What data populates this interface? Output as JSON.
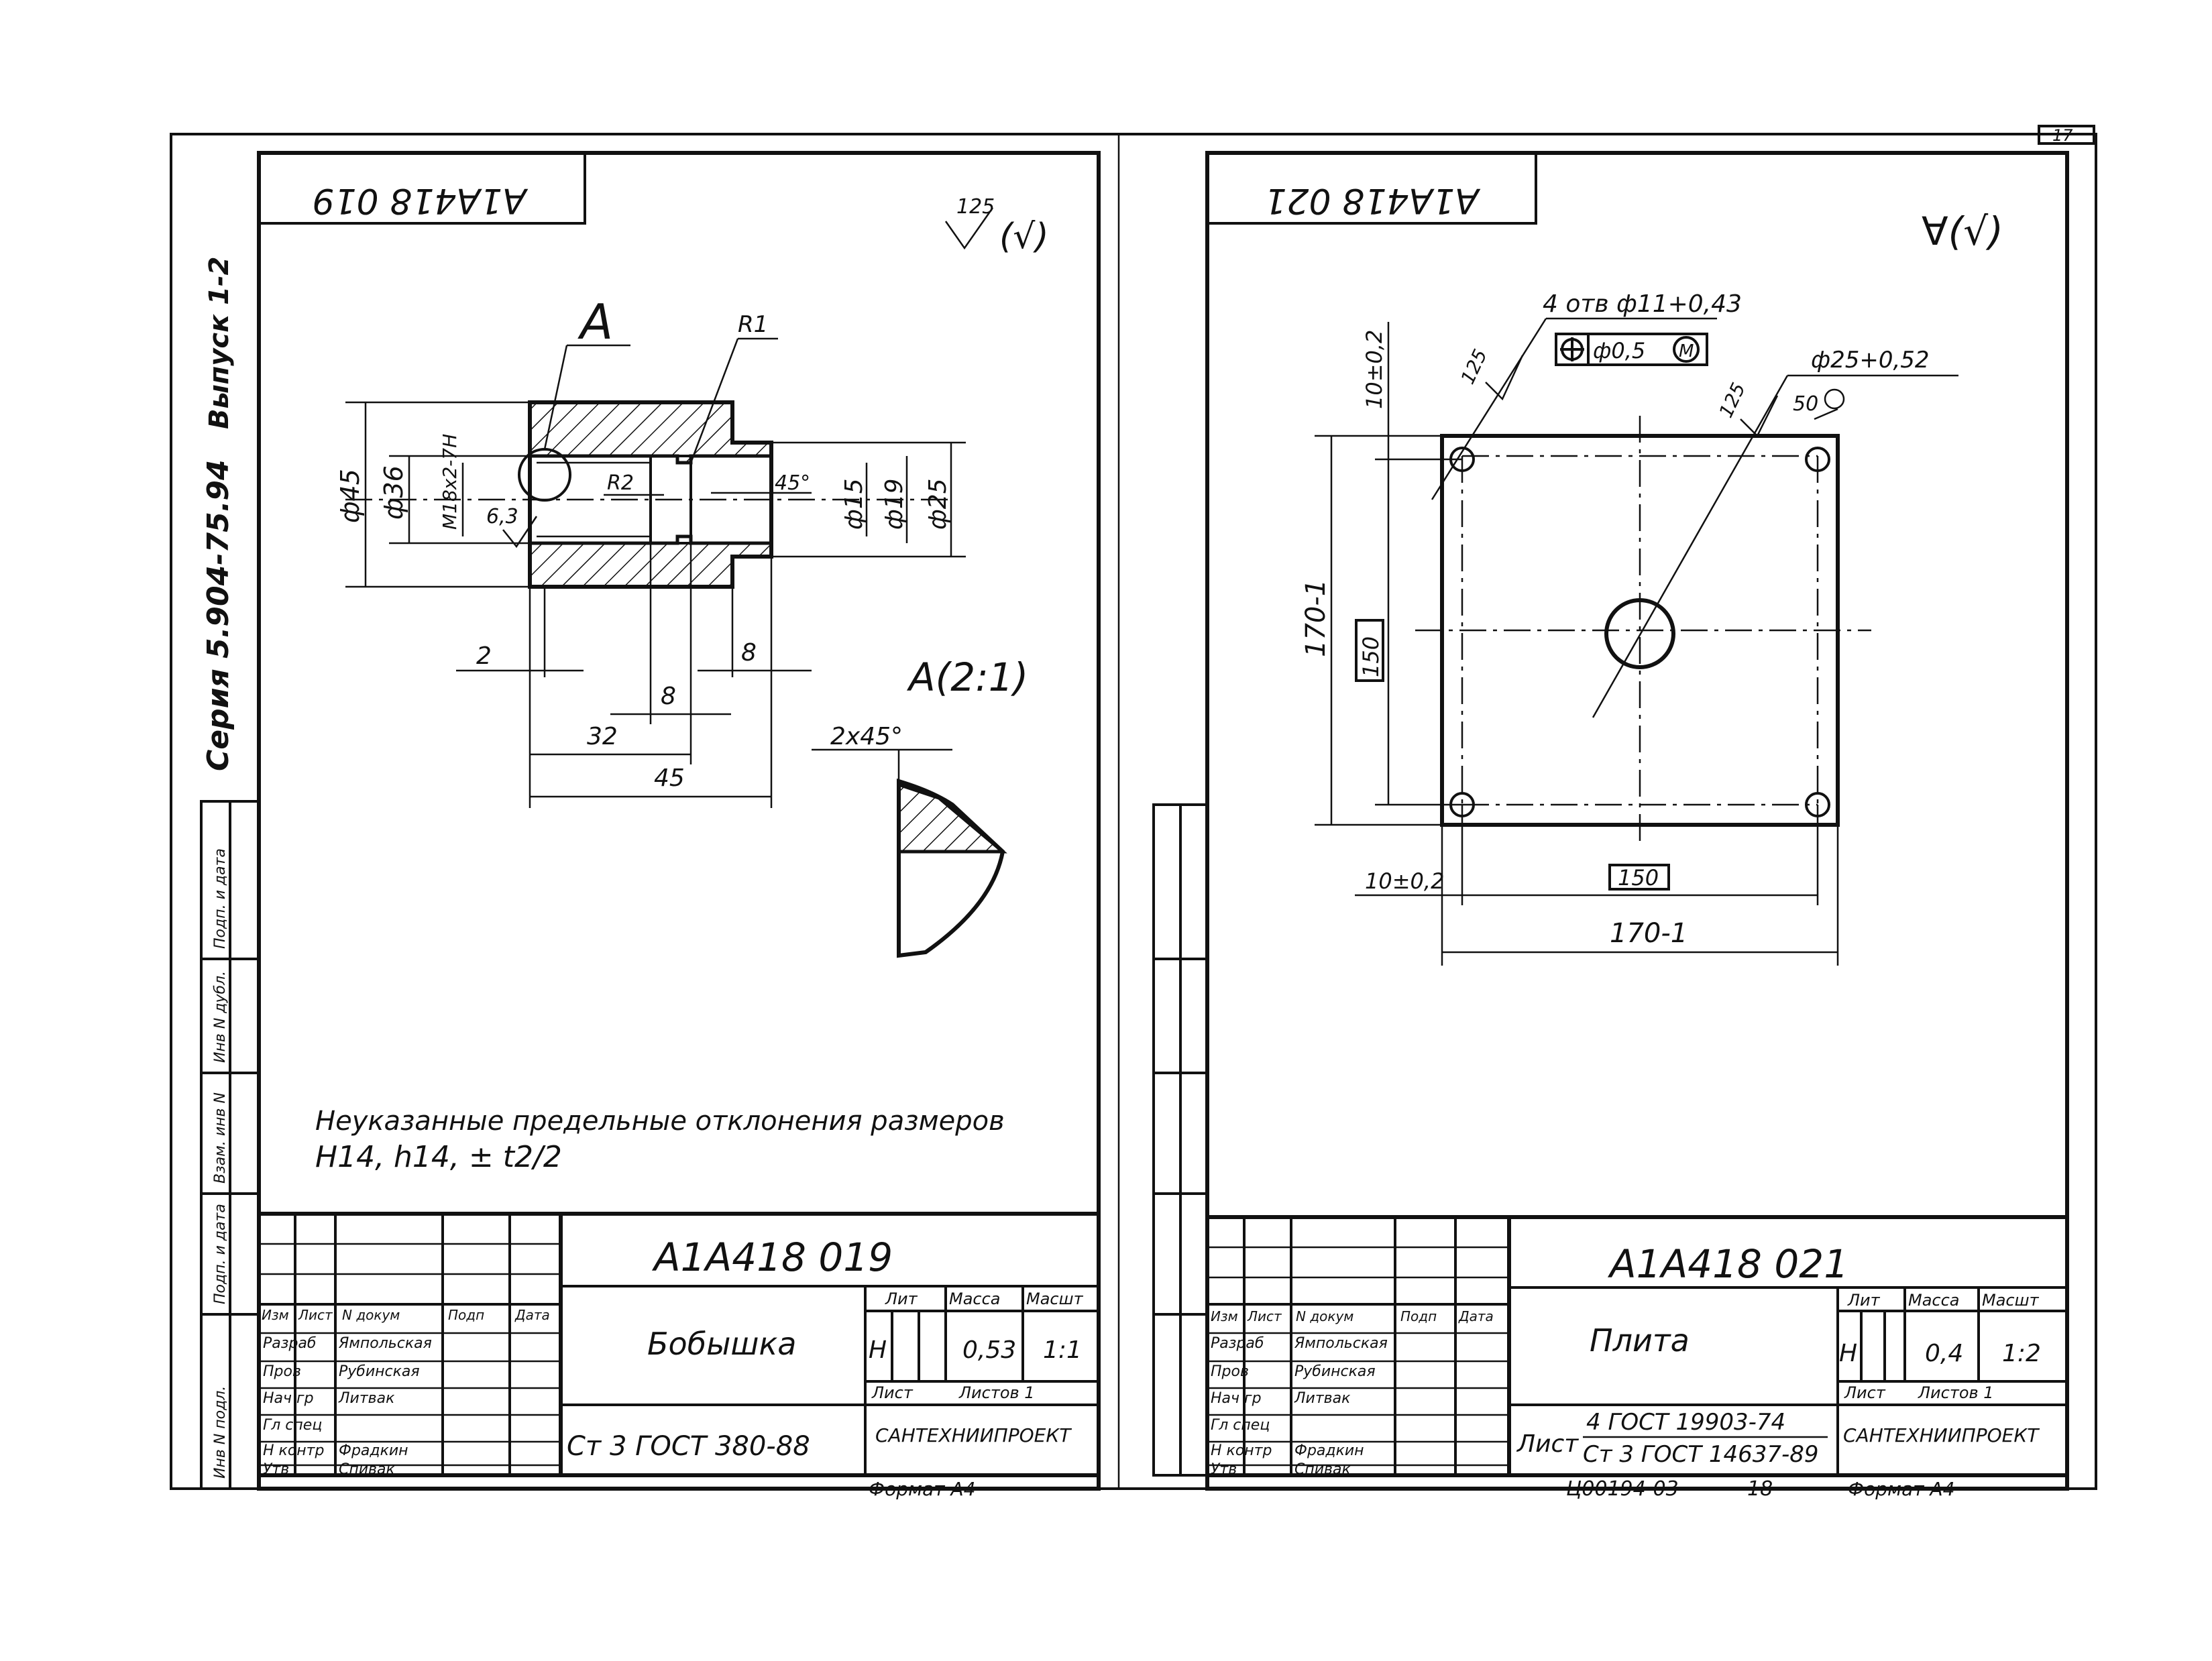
{
  "sheet": {
    "page_number": "17",
    "series_text": "Серия 5.904-75.94",
    "issue_text": "Выпуск 1-2",
    "bottom_code": "Ц00194-03",
    "bottom_num": "18",
    "side_labels": [
      "Инв N подл.",
      "Подп. и дата",
      "Взам. инв N",
      "Инв N дубл.",
      "Подп. и дата"
    ]
  },
  "left": {
    "code_box": "А1А418 019",
    "roughness": "125",
    "view_label": "А",
    "radius_top": "R1",
    "dim_d45": "ф45",
    "dim_d36": "ф36",
    "dim_thread": "M18x2-7H",
    "dim_r2": "R2",
    "dim_63": "6,3",
    "dim_45deg": "45°",
    "dim_d15": "ф15",
    "dim_d19": "ф19",
    "dim_d25": "ф25",
    "dim_2": "2",
    "dim_8a": "8",
    "dim_8b": "8",
    "dim_32": "32",
    "dim_45": "45",
    "detail_label": "А(2:1)",
    "dim_chamfer": "2x45°",
    "note_line1": "Неуказанные предельные отклонения размеров",
    "note_line2": "H14, h14, ± t2/2",
    "title": {
      "designation": "А1А418 019",
      "name": "Бобышка",
      "material": "Ст 3 ГОСТ 380-88",
      "org": "САНТЕХНИИПРОЕКТ",
      "lit_header": "Лит",
      "mass_header": "Масса",
      "scale_header": "Масшт",
      "lit": "Н",
      "mass": "0,53",
      "scale": "1:1",
      "sheet_label": "Лист",
      "sheets_label": "Листов 1",
      "hdr": [
        "Изм",
        "Лист",
        "N докум",
        "Подп",
        "Дата"
      ],
      "rows": [
        {
          "role": "Разраб",
          "name": "Ямпольская"
        },
        {
          "role": "Пров",
          "name": "Рубинская"
        },
        {
          "role": "Нач гр",
          "name": "Литвак"
        },
        {
          "role": "Гл спец",
          "name": ""
        },
        {
          "role": "Н контр",
          "name": "Фрадкин"
        },
        {
          "role": "Утв",
          "name": "Спивак"
        }
      ]
    },
    "format": "Формат А4"
  },
  "right": {
    "code_box": "А1А418 021",
    "roughness_sym": "∀(√)",
    "holes_note": "4 отв ф11+0,43",
    "position_tol": "ф0,5",
    "position_mod": "М",
    "rough_125a": "125",
    "rough_125b": "125",
    "dim_big_hole": "ф25+0,52",
    "rough_50": "50",
    "dim_10a": "10±0,2",
    "dim_170v": "170-1",
    "dim_150v": "150",
    "dim_10b": "10±0,2",
    "dim_150h": "150",
    "dim_170h": "170-1",
    "title": {
      "designation": "А1А418 021",
      "name": "Плита",
      "material_top": "4 ГОСТ 19903-74",
      "material_bot": "Ст 3 ГОСТ 14637-89",
      "sheet_prefix": "Лист",
      "org": "САНТЕХНИИПРОЕКТ",
      "lit_header": "Лит",
      "mass_header": "Масса",
      "scale_header": "Масшт",
      "lit": "Н",
      "mass": "0,4",
      "scale": "1:2",
      "sheet_label": "Лист",
      "sheets_label": "Листов 1",
      "hdr": [
        "Изм",
        "Лист",
        "N докум",
        "Подп",
        "Дата"
      ],
      "rows": [
        {
          "role": "Разраб",
          "name": "Ямпольская"
        },
        {
          "role": "Пров",
          "name": "Рубинская"
        },
        {
          "role": "Нач гр",
          "name": "Литвак"
        },
        {
          "role": "Гл спец",
          "name": ""
        },
        {
          "role": "Н контр",
          "name": "Фрадкин"
        },
        {
          "role": "Утв",
          "name": "Спивак"
        }
      ]
    },
    "format": "Формат А4"
  }
}
